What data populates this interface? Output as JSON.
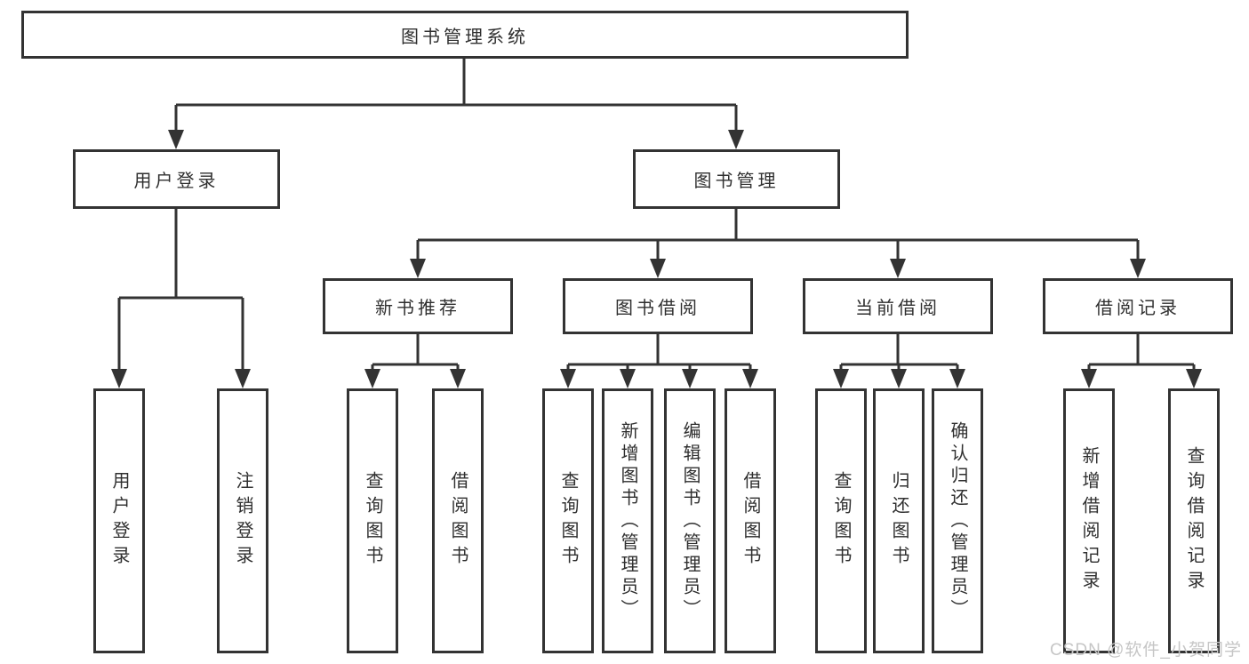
{
  "nodes": {
    "root": {
      "label": "图书管理系统"
    },
    "level2": {
      "user_login": {
        "label": "用户登录"
      },
      "book_management": {
        "label": "图书管理"
      }
    },
    "level3": {
      "new_book_recommend": {
        "label": "新书推荐"
      },
      "book_borrow": {
        "label": "图书借阅"
      },
      "current_borrow": {
        "label": "当前借阅"
      },
      "borrow_record": {
        "label": "借阅记录"
      }
    },
    "level4": {
      "user_login_leaf": {
        "label": "用户登录"
      },
      "logout": {
        "label": "注销登录"
      },
      "nbr_query_book": {
        "label": "查询图书"
      },
      "nbr_borrow_book": {
        "label": "借阅图书"
      },
      "bb_query_book": {
        "label": "查询图书"
      },
      "bb_add_book": {
        "label": "新增图书（管理员）"
      },
      "bb_edit_book": {
        "label": "编辑图书（管理员）"
      },
      "bb_borrow_book": {
        "label": "借阅图书"
      },
      "cb_query_book": {
        "label": "查询图书"
      },
      "cb_return_book": {
        "label": "归还图书"
      },
      "cb_confirm_return": {
        "label": "确认归还（管理员）"
      },
      "br_add_record": {
        "label": "新增借阅记录"
      },
      "br_query_record": {
        "label": "查询借阅记录"
      }
    }
  },
  "watermark": {
    "text": "CSDN @软件_小贺同学"
  },
  "colors": {
    "line": "#333333",
    "box_border": "#333333",
    "text": "#2f2f2f",
    "watermark": "#c6c6c6",
    "background": "#ffffff"
  }
}
